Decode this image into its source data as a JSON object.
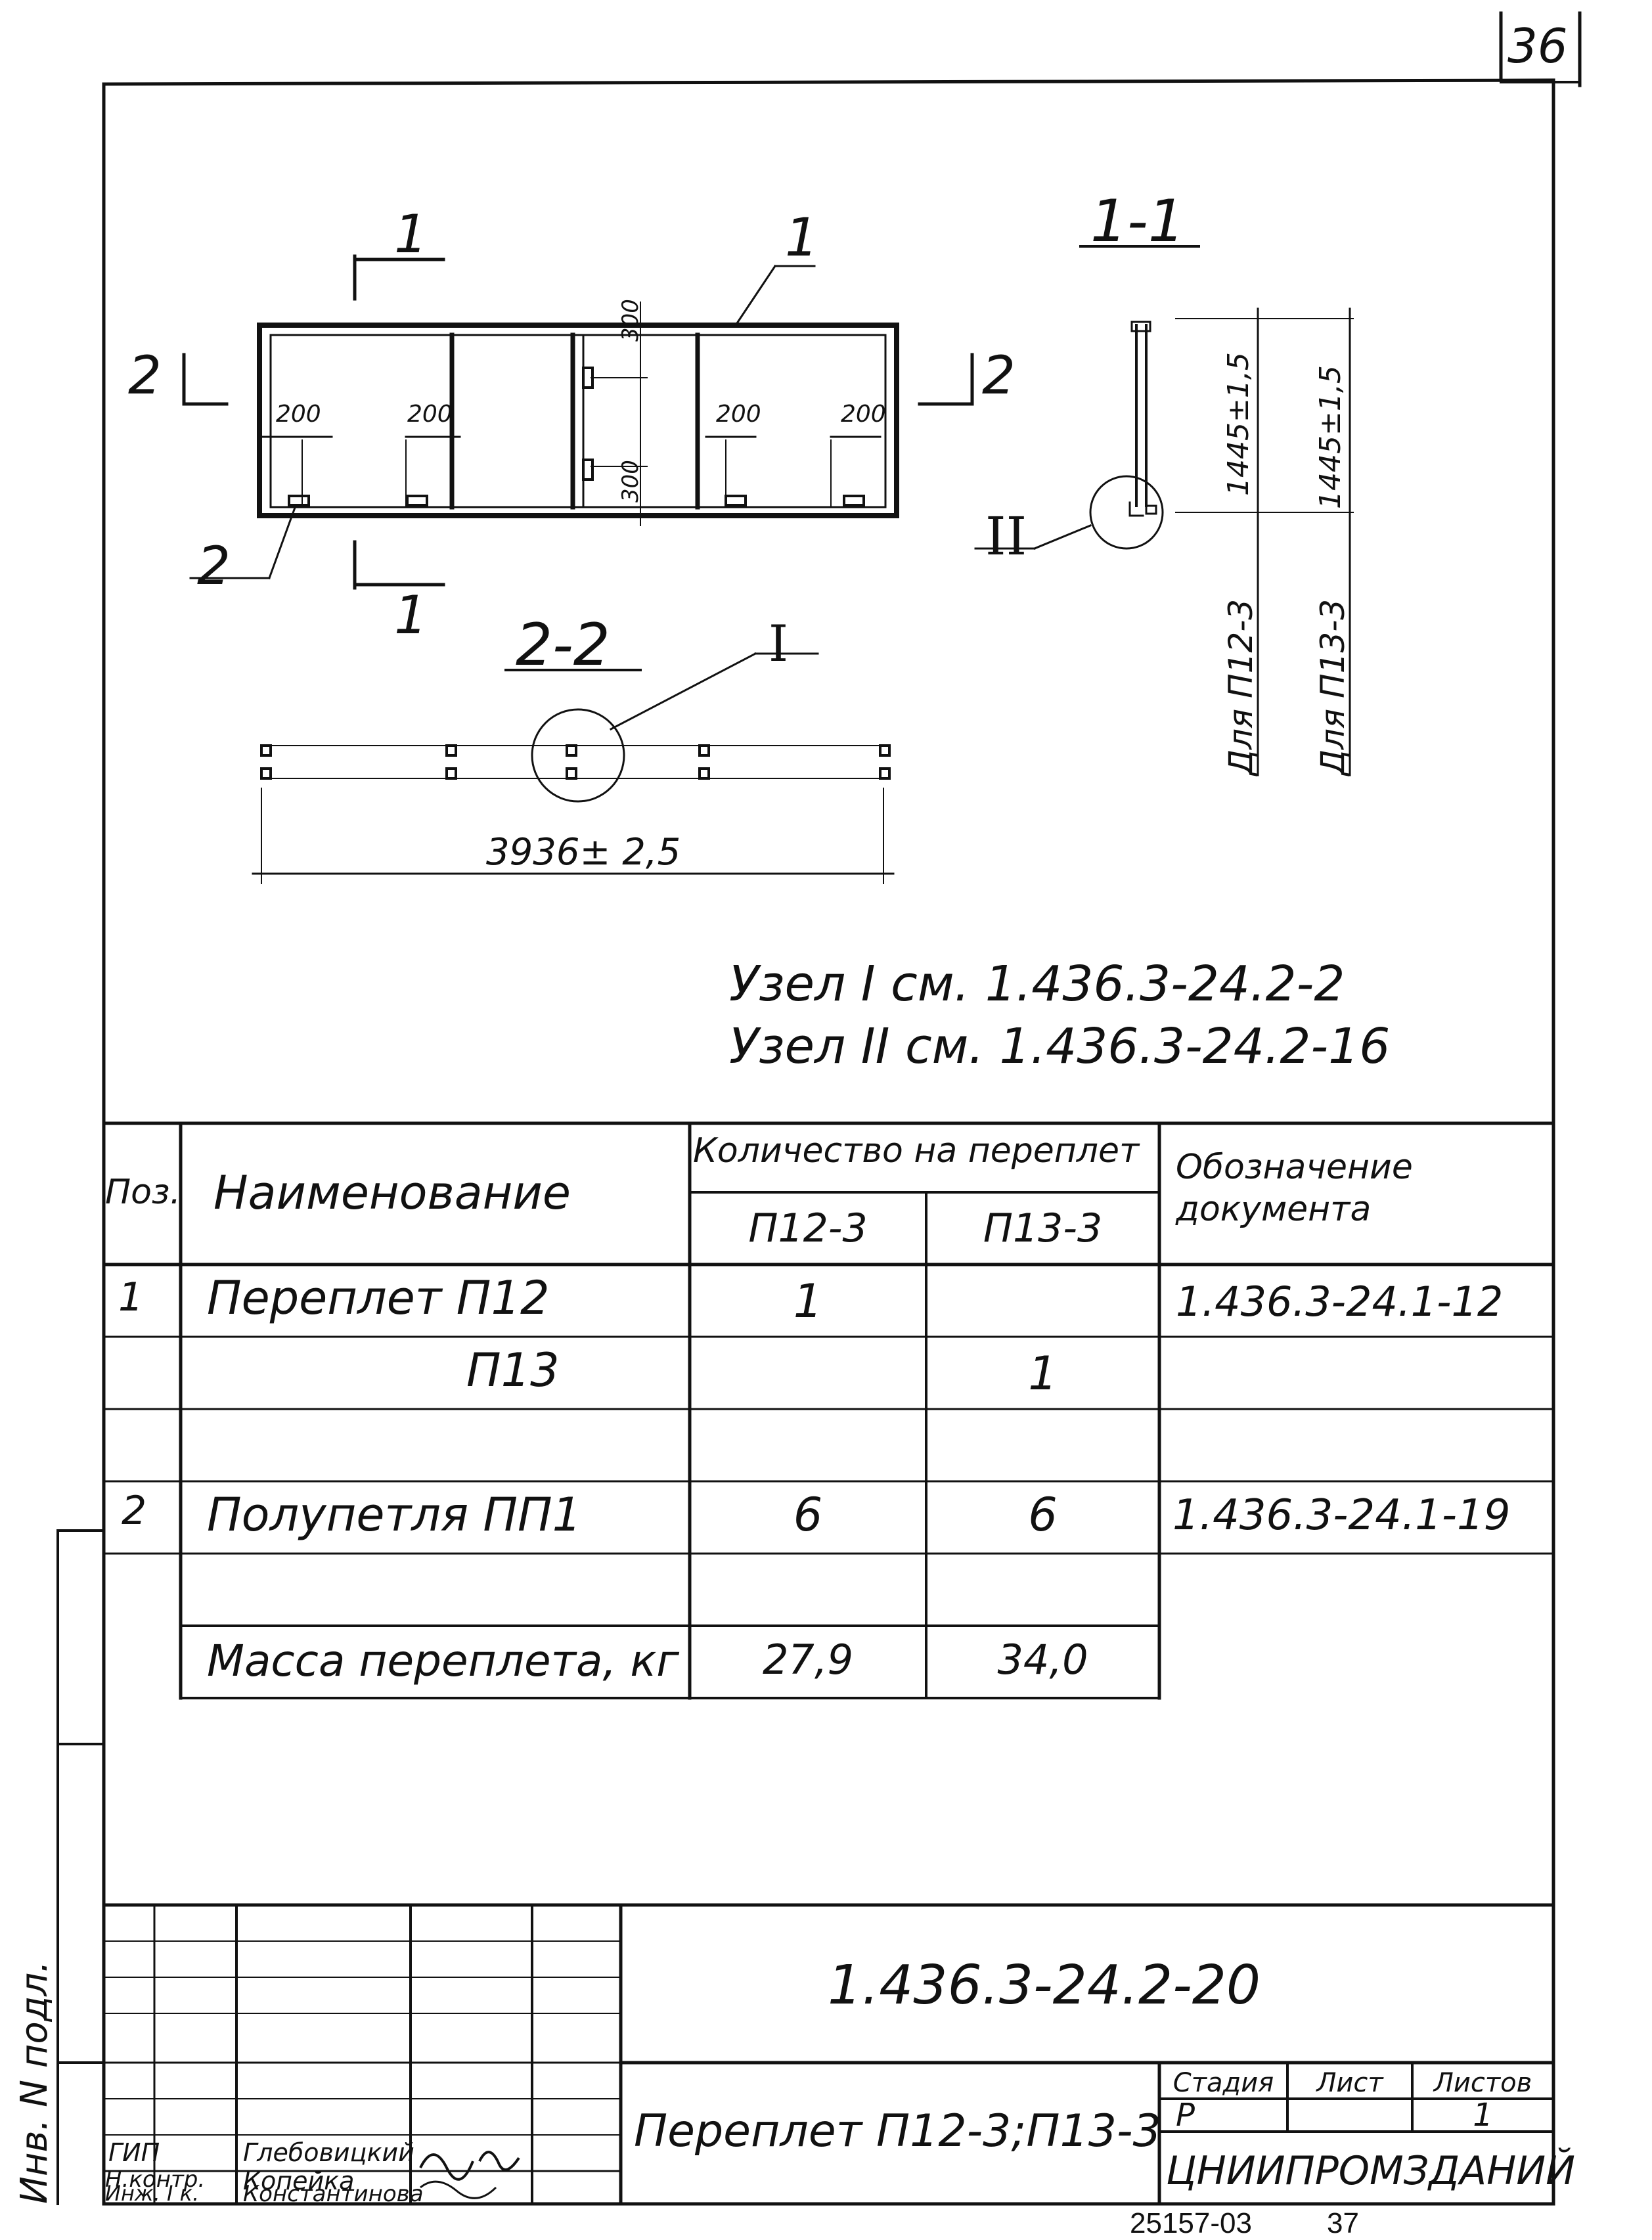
{
  "sheet_number": "36",
  "drawing": {
    "section_1_marker": "1",
    "section_2_marker": "2",
    "section_1_1_title": "1-1",
    "section_2_2_title": "2-2",
    "pos_1_callout": "1",
    "pos_2_callout": "2",
    "node_I": "I",
    "node_II": "II",
    "dim_200": "200",
    "dim_300": "300",
    "dim_length": "3936± 2,5",
    "dim_height_p12": "1445±1,5",
    "dim_height_p13": "1445±1,5",
    "label_p12": "Для П12-3",
    "label_p13": "Для П13-3"
  },
  "notes": [
    "Узел I см. 1.436.3-24.2-2",
    "Узел II см. 1.436.3-24.2-16"
  ],
  "spec_table": {
    "header": {
      "pos": "Поз.",
      "name": "Наименование",
      "qty_group": "Количество на переплет",
      "qty_cols": [
        "П12-3",
        "П13-3"
      ],
      "doc": "Обозначение документа"
    },
    "rows": [
      {
        "pos": "1",
        "name": "Переплет П12",
        "q1": "1",
        "q2": "",
        "doc": "1.436.3-24.1-12"
      },
      {
        "pos": "",
        "name": "П13",
        "q1": "",
        "q2": "1",
        "doc": ""
      },
      {
        "pos": "",
        "name": "",
        "q1": "",
        "q2": "",
        "doc": ""
      },
      {
        "pos": "2",
        "name": "Полупетля ПП1",
        "q1": "6",
        "q2": "6",
        "doc": "1.436.3-24.1-19"
      },
      {
        "pos": "",
        "name": "",
        "q1": "",
        "q2": "",
        "doc": ""
      },
      {
        "pos": "",
        "name": "Масса переплета, кг",
        "q1": "27,9",
        "q2": "34,0",
        "doc": ""
      }
    ]
  },
  "title_block": {
    "doc_code": "1.436.3-24.2-20",
    "title": "Переплет П12-3;П13-3",
    "stage_label": "Стадия",
    "sheet_label": "Лист",
    "sheets_label": "Листов",
    "stage": "Р",
    "sheet": "",
    "sheets": "1",
    "organization": "ЦНИИПРОМЗДАНИЙ",
    "signers": [
      {
        "role": "ГИП",
        "name": "Глебовицкий"
      },
      {
        "role": "Н.контр.",
        "name": "Копейка"
      },
      {
        "role": "Инж. I к.",
        "name": "Константинова"
      }
    ]
  },
  "side_stamp": "Инв. N подл.",
  "footer": {
    "archive_number": "25157-03",
    "page": "37"
  }
}
